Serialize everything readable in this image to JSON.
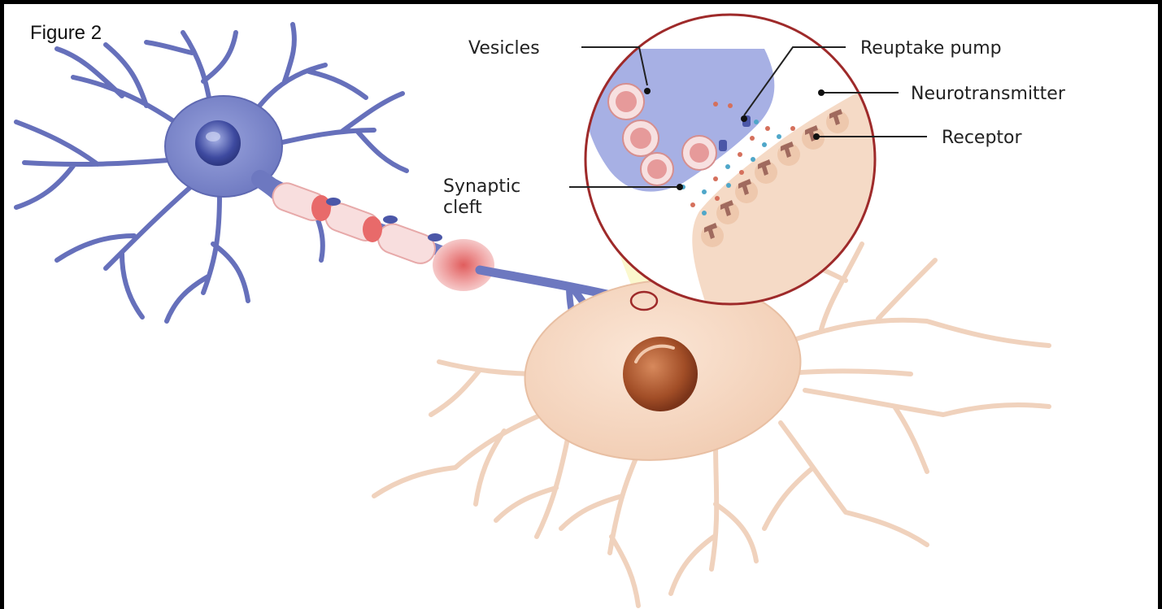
{
  "figure": {
    "title": "Figure 2"
  },
  "labels": {
    "vesicles": "Vesicles",
    "reuptake_pump": "Reuptake pump",
    "neurotransmitter": "Neurotransmitter",
    "receptor": "Receptor",
    "synaptic_cleft_line1": "Synaptic",
    "synaptic_cleft_line2": "cleft"
  },
  "colors": {
    "presynaptic_neuron": "#7b86c9",
    "postsynaptic_neuron": "#f7d9c4",
    "myelin": "#f3c4c4",
    "zoom_circle_border": "#9e2a2a",
    "highlight_cone": "#fbf7c9",
    "vesicle": "#e9a3a3"
  }
}
